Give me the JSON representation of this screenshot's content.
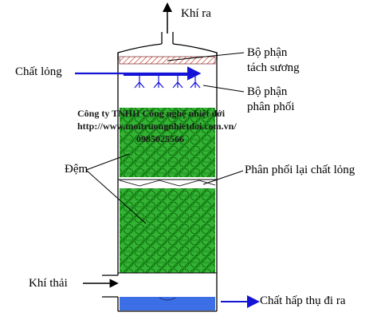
{
  "labels": {
    "gas_out": "Khí ra",
    "liquid_in": "Chất lỏng",
    "mist_eliminator_line1": "Bộ phận",
    "mist_eliminator_line2": "tách sương",
    "distributor_line1": "Bộ phận",
    "distributor_line2": "phân phối",
    "packing": "Đệm",
    "redistributor": "Phân phối lại chất lỏng",
    "gas_in": "Khí thải",
    "liquid_out": "Chất hấp thụ đi ra"
  },
  "watermark": {
    "company": "Công ty TNHH Công nghệ nhiệt đới",
    "url": "http://www.moitruongnhietdoi.com.vn/",
    "phone": "0985025566"
  },
  "colors": {
    "packing_fill": "#33b233",
    "packing_ring": "#0c6f0c",
    "liquid_line": "#1414d6",
    "sump_fill": "#3c6fe6",
    "mist_mesh": "#c0392b"
  }
}
